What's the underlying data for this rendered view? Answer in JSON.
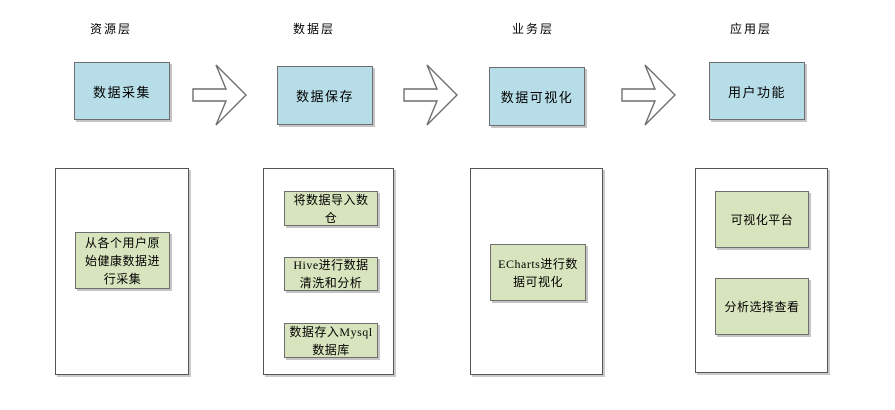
{
  "diagram": {
    "columns": [
      {
        "layer_label": "资源层",
        "stage_label": "数据采集",
        "detail_items": [
          "从各个用户原始健康数据进行采集"
        ]
      },
      {
        "layer_label": "数据层",
        "stage_label": "数据保存",
        "detail_items": [
          "将数据导入数仓",
          "Hive进行数据清洗和分析",
          "数据存入Mysql数据库"
        ]
      },
      {
        "layer_label": "业务层",
        "stage_label": "数据可视化",
        "detail_items": [
          "ECharts进行数据可视化"
        ]
      },
      {
        "layer_label": "应用层",
        "stage_label": "用户功能",
        "detail_items": [
          "可视化平台",
          "分析选择查看"
        ]
      }
    ],
    "colors": {
      "stage_fill": "#b7dee8",
      "detail_fill": "#d7e4bd",
      "box_border": "#6e6e6e",
      "container_border": "#555555",
      "arrow_outline": "#6e6e6e"
    }
  }
}
